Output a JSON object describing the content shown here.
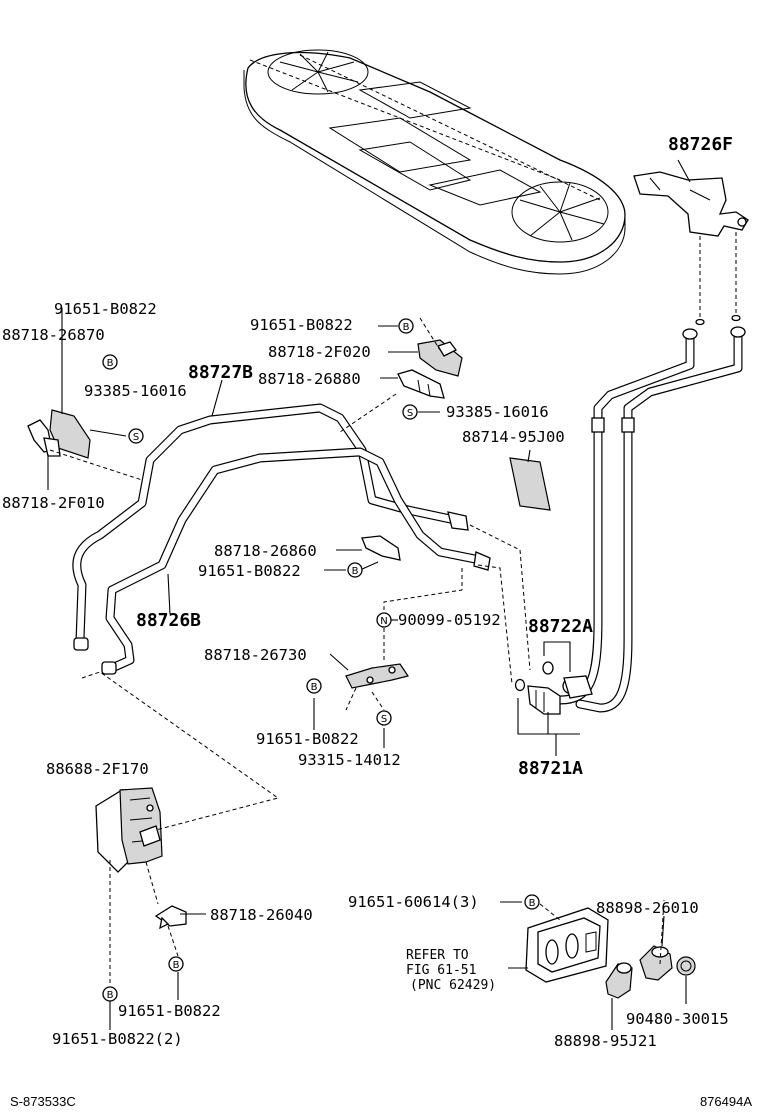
{
  "diagram": {
    "labels": {
      "p88726F": "88726F",
      "p91651_B0822_tl": "91651-B0822",
      "p88718_26870": "88718-26870",
      "p93385_16016_l": "93385-16016",
      "p88718_2F010": "88718-2F010",
      "p88727B": "88727B",
      "p91651_B0822_tc": "91651-B0822",
      "p88718_2F020": "88718-2F020",
      "p88718_26880": "88718-26880",
      "p93385_16016_r": "93385-16016",
      "p88714_95J00": "88714-95J00",
      "p88718_26860": "88718-26860",
      "p91651_B0822_m": "91651-B0822",
      "p88726B": "88726B",
      "p90099_05192": "90099-05192",
      "p88722A": "88722A",
      "p88718_26730": "88718-26730",
      "p91651_B0822_mb": "91651-B0822",
      "p93315_14012": "93315-14012",
      "p88721A": "88721A",
      "p88688_2F170": "88688-2F170",
      "p88718_26040": "88718-26040",
      "p91651_B0822_bl": "91651-B0822",
      "p91651_B0822_2": "91651-B0822(2)",
      "p91651_60614_3": "91651-60614(3)",
      "p88898_26010": "88898-26010",
      "p90480_30015": "90480-30015",
      "p88898_95J21": "88898-95J21",
      "refer_1": "REFER TO",
      "refer_2": "FIG 61-51",
      "refer_3": "(PNC 62429)"
    },
    "symbols": {
      "bolt": "B",
      "screw": "S",
      "nut": "N"
    },
    "footer": {
      "left_code": "S-873533C",
      "right_code": "876494A"
    }
  }
}
